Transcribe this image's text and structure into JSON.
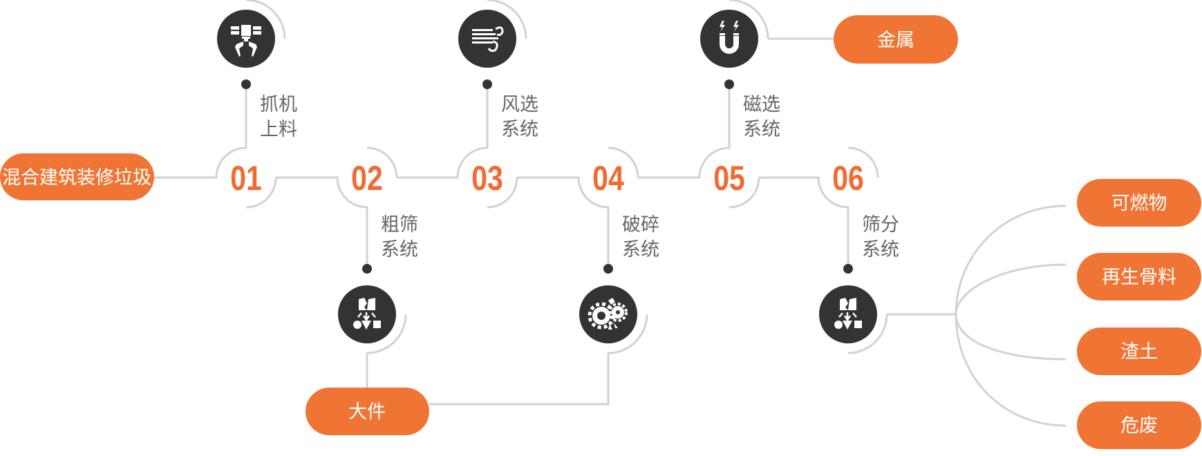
{
  "input": {
    "label": "混合建筑装修垃圾"
  },
  "steps": [
    {
      "number": "01",
      "label_line1": "抓机",
      "label_line2": "上料",
      "icon": "crane-grab-icon"
    },
    {
      "number": "02",
      "label_line1": "粗筛",
      "label_line2": "系统",
      "icon": "sorting-icon"
    },
    {
      "number": "03",
      "label_line1": "风选",
      "label_line2": "系统",
      "icon": "wind-icon"
    },
    {
      "number": "04",
      "label_line1": "破碎",
      "label_line2": "系统",
      "icon": "gears-crusher-icon"
    },
    {
      "number": "05",
      "label_line1": "磁选",
      "label_line2": "系统",
      "icon": "magnet-icon"
    },
    {
      "number": "06",
      "label_line1": "筛分",
      "label_line2": "系统",
      "icon": "sorting-icon"
    }
  ],
  "outputs": {
    "metal": "金属",
    "bulky": "大件",
    "final": [
      "可燃物",
      "再生骨料",
      "渣土",
      "危废"
    ]
  },
  "colors": {
    "accent": "#f07535",
    "number": "#f26a30",
    "icon_bg": "#333333",
    "line": "#d2d2d2",
    "label": "#666666"
  }
}
